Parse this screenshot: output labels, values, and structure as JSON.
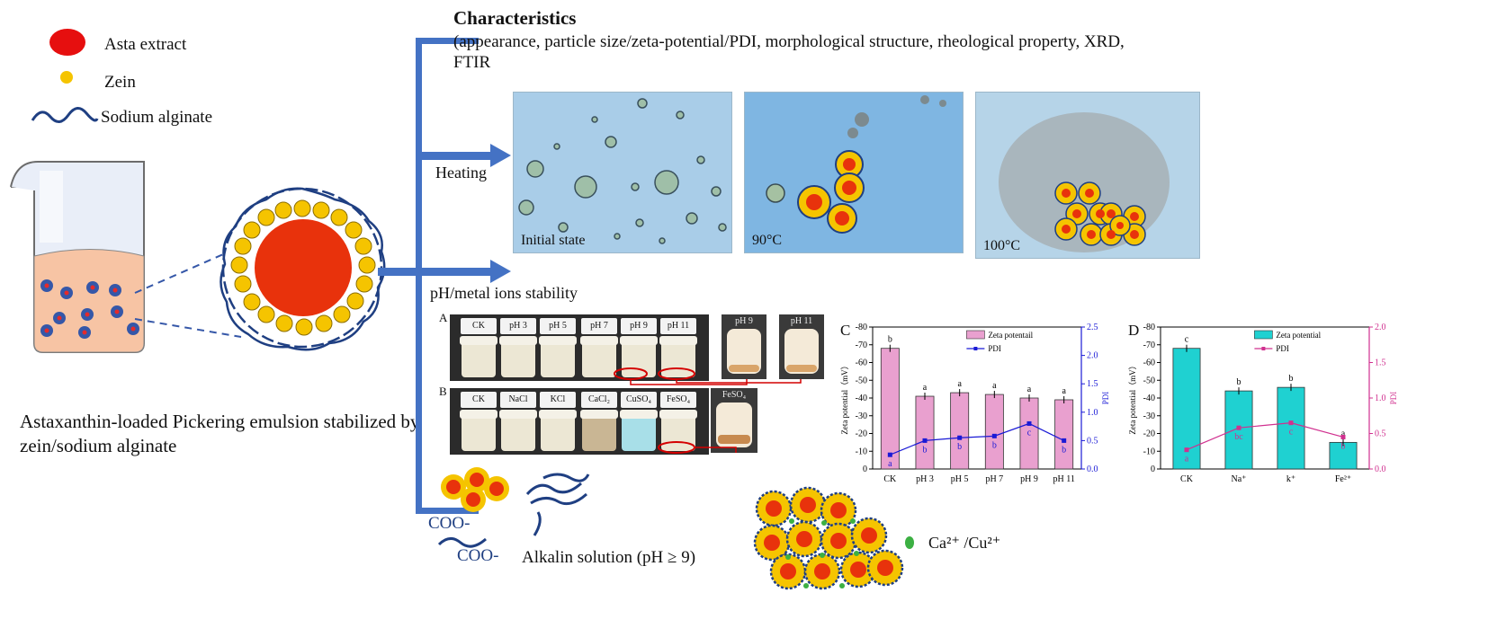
{
  "legend": {
    "items": [
      {
        "label": "Asta extract",
        "icon": "red-ellipse-icon"
      },
      {
        "label": "Zein",
        "icon": "yellow-dot-icon"
      },
      {
        "label": "Sodium alginate",
        "icon": "blue-wave-icon"
      }
    ]
  },
  "emulsion_caption": "Astaxanthin-loaded Pickering emulsion stabilized by zein/sodium alginate",
  "characteristics": {
    "title": "Characteristics",
    "description": "(appearance, particle size/zeta-potential/PDI, morphological structure, rheological property, XRD, FTIR"
  },
  "branches": {
    "heating": "Heating",
    "ph_metal": "pH/metal ions stability"
  },
  "micrographs": [
    {
      "label": "Initial state"
    },
    {
      "label": "90°C"
    },
    {
      "label": "100°C"
    }
  ],
  "panel_A": {
    "letter": "A",
    "vials": [
      "CK",
      "pH 3",
      "pH 5",
      "pH 7",
      "pH 9",
      "pH 11"
    ],
    "zooms": [
      "pH 9",
      "pH 11"
    ]
  },
  "panel_B": {
    "letter": "B",
    "vials": [
      "CK",
      "NaCl",
      "KCl",
      "CaCl₂",
      "CuSO₄",
      "FeSO₄"
    ],
    "zooms": [
      "FeSO₄"
    ]
  },
  "alkaline": {
    "coo1": "COO-",
    "coo2": "COO-",
    "text": "Alkalin solution (pH ≥ 9)"
  },
  "ions": {
    "label": "Ca²⁺ /Cu²⁺",
    "colors": {
      "dot": "#3cb043"
    }
  },
  "colors": {
    "arrow": "#4472c4",
    "pink_bar": "#e9a0cf",
    "cyan_bar": "#1fd1d1",
    "pdi_blue": "#1a1ad6",
    "pdi_magenta": "#d0308f"
  },
  "chart_data": [
    {
      "type": "bar",
      "panel_letter": "C",
      "categories": [
        "CK",
        "pH 3",
        "pH 5",
        "pH 7",
        "pH 9",
        "pH 11"
      ],
      "series": [
        {
          "name": "Zeta potentail",
          "values": [
            -68,
            -41,
            -43,
            -42,
            -40,
            -39
          ],
          "letters": [
            "b",
            "a",
            "a",
            "a",
            "a",
            "a"
          ]
        },
        {
          "name": "PDI",
          "values": [
            0.25,
            0.5,
            0.55,
            0.58,
            0.8,
            0.5
          ],
          "letters": [
            "a",
            "b",
            "b",
            "b",
            "c",
            "b"
          ],
          "axis": "right"
        }
      ],
      "ylabel": "Zeta potential（mV）",
      "ylabel_right": "PDI",
      "yticks": [
        "0",
        "-10",
        "-20",
        "-30",
        "-40",
        "-50",
        "-60",
        "-70",
        "-80"
      ],
      "yticks_right": [
        "0.0",
        "0.5",
        "1.0",
        "1.5",
        "2.0",
        "2.5"
      ],
      "ylim": [
        0,
        -80
      ],
      "ylim_right": [
        0,
        2.5
      ]
    },
    {
      "type": "bar",
      "panel_letter": "D",
      "categories": [
        "CK",
        "Na⁺",
        "k⁺",
        "Fe²⁺"
      ],
      "series": [
        {
          "name": "Zeta potential",
          "values": [
            -68,
            -44,
            -46,
            -15
          ],
          "letters": [
            "c",
            "b",
            "b",
            "a"
          ]
        },
        {
          "name": "PDI",
          "values": [
            0.27,
            0.58,
            0.65,
            0.45
          ],
          "letters": [
            "a",
            "bc",
            "c",
            "b"
          ],
          "axis": "right"
        }
      ],
      "ylabel": "Zeta potential（mV）",
      "ylabel_right": "PDI",
      "yticks": [
        "0",
        "-10",
        "-20",
        "-30",
        "-40",
        "-50",
        "-60",
        "-70",
        "-80"
      ],
      "yticks_right": [
        "0.0",
        "0.5",
        "1.0",
        "1.5",
        "2.0"
      ],
      "ylim": [
        0,
        -80
      ],
      "ylim_right": [
        0,
        2.0
      ]
    }
  ]
}
